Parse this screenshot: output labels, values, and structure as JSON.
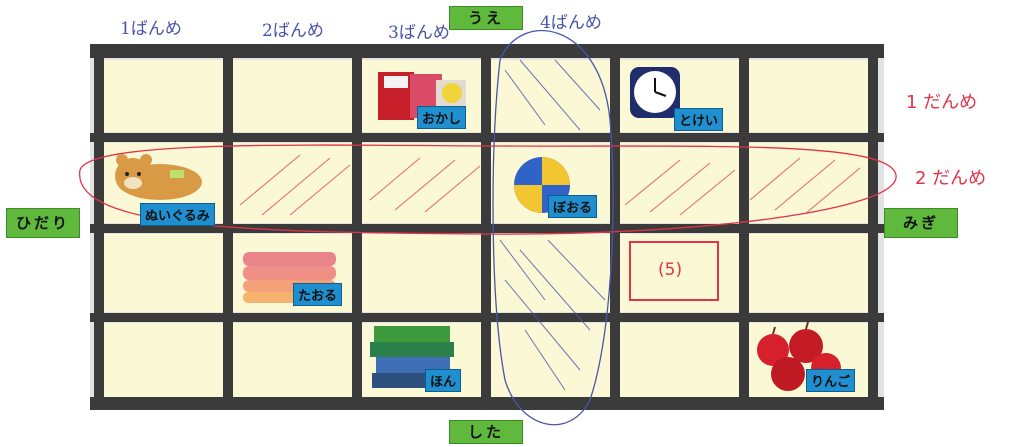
{
  "directions": {
    "top": "うえ",
    "bottom": "した",
    "left": "ひだり",
    "right": "みぎ"
  },
  "column_notes": [
    "1ばんめ",
    "2ばんめ",
    "3ばんめ",
    "4ばんめ"
  ],
  "row_notes": [
    "1 だんめ",
    "2 だんめ"
  ],
  "items": {
    "okashi": "おかし",
    "tokei": "とけい",
    "nuigurumi": "ぬいぐるみ",
    "booru": "ぼおる",
    "taoru": "たおる",
    "hon": "ほん",
    "ringo": "りんご"
  },
  "question_label": "(5)",
  "colors": {
    "shelf": "#3b3b3b",
    "cell": "#fbf8d6",
    "label_green": "#5fb93c",
    "tag_blue": "#1f8fd0",
    "pen_blue": "#4a55a8",
    "pen_red": "#e0344a"
  }
}
